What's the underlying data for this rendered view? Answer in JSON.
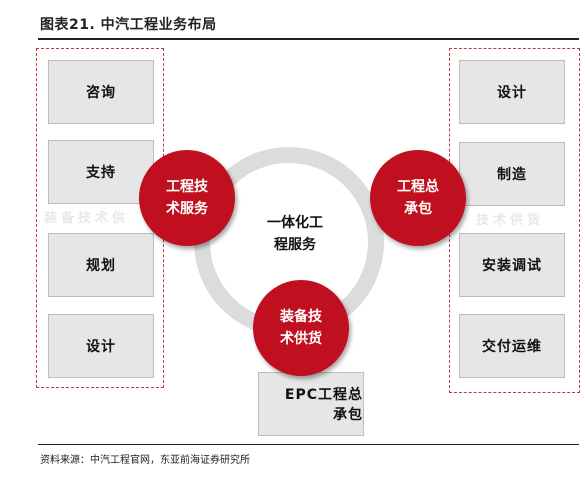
{
  "figure": {
    "title": "图表21. 中汽工程业务布局"
  },
  "left_group": {
    "watermark": "装备技术供",
    "items": [
      "咨询",
      "支持",
      "规划",
      "设计"
    ]
  },
  "right_group": {
    "watermark": "技术供货",
    "items": [
      "设计",
      "制造",
      "安装调试",
      "交付运维"
    ]
  },
  "center": {
    "line1": "一体化工",
    "line2": "程服务"
  },
  "circles": {
    "left": {
      "line1": "工程技",
      "line2": "术服务"
    },
    "right": {
      "line1": "工程总",
      "line2": "承包"
    },
    "bottom": {
      "line1": "装备技",
      "line2": "术供货"
    }
  },
  "bottom_box": {
    "line1": "EPC工程总",
    "line2": "承包"
  },
  "source": "资料来源：中汽工程官网，东亚前海证券研究所",
  "colors": {
    "accent_red": "#c0101f",
    "dash_red": "#c23a3a",
    "box_gray": "#e6e6e6",
    "ring_gray": "#dcdcdc"
  }
}
